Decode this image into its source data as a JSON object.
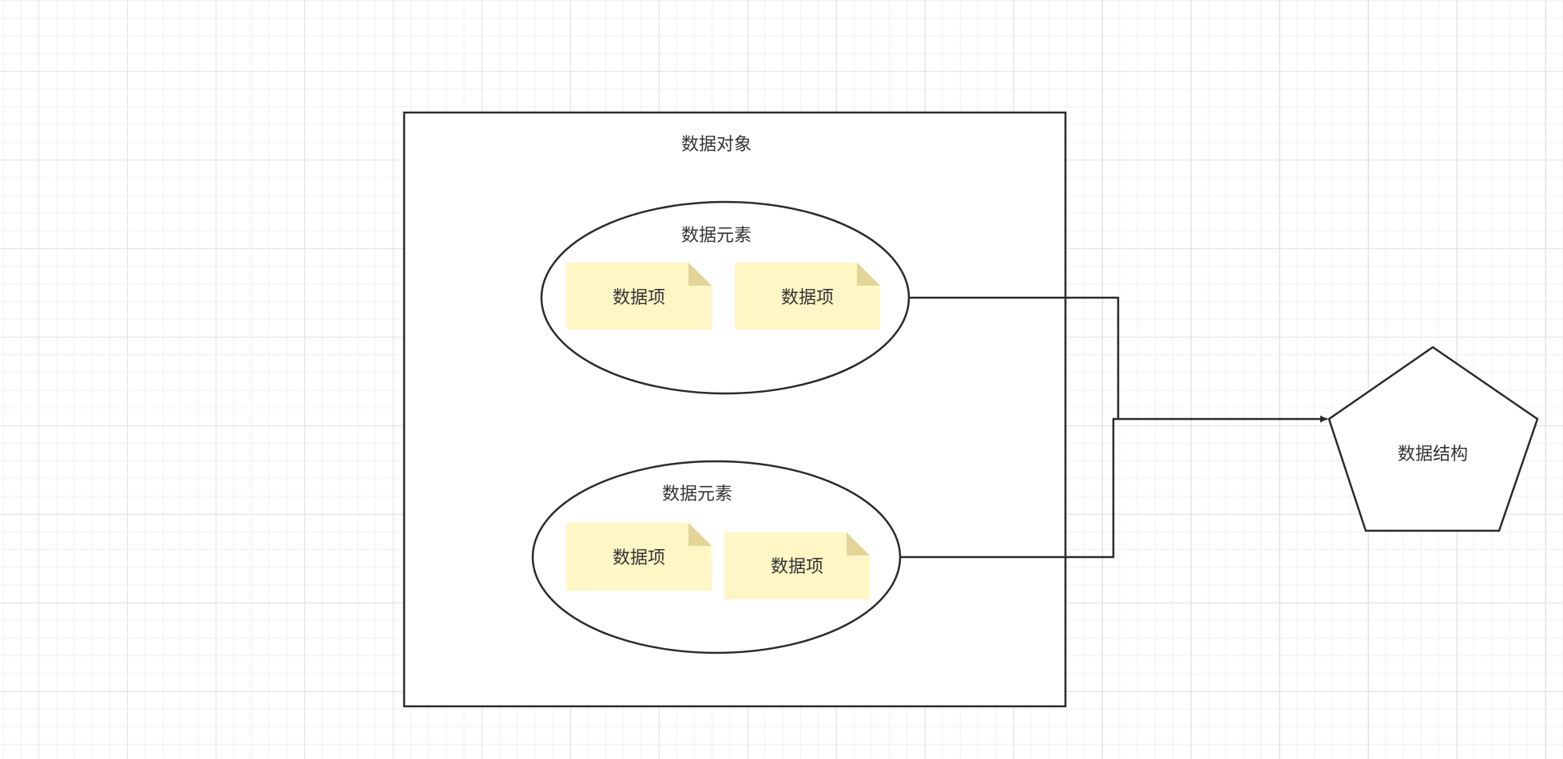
{
  "diagram": {
    "container": {
      "title": "数据对象"
    },
    "element_top": {
      "title": "数据元素",
      "items": [
        {
          "label": "数据项"
        },
        {
          "label": "数据项"
        }
      ]
    },
    "element_bottom": {
      "title": "数据元素",
      "items": [
        {
          "label": "数据项"
        },
        {
          "label": "数据项"
        }
      ]
    },
    "target": {
      "label": "数据结构"
    }
  },
  "colors": {
    "stroke": "#2b2b2e",
    "note_fill": "#fff6c5",
    "note_fold": "#e3d597",
    "text": "#333333",
    "grid_major": "#e3e3e3",
    "grid_minor": "#f1f1f1"
  }
}
